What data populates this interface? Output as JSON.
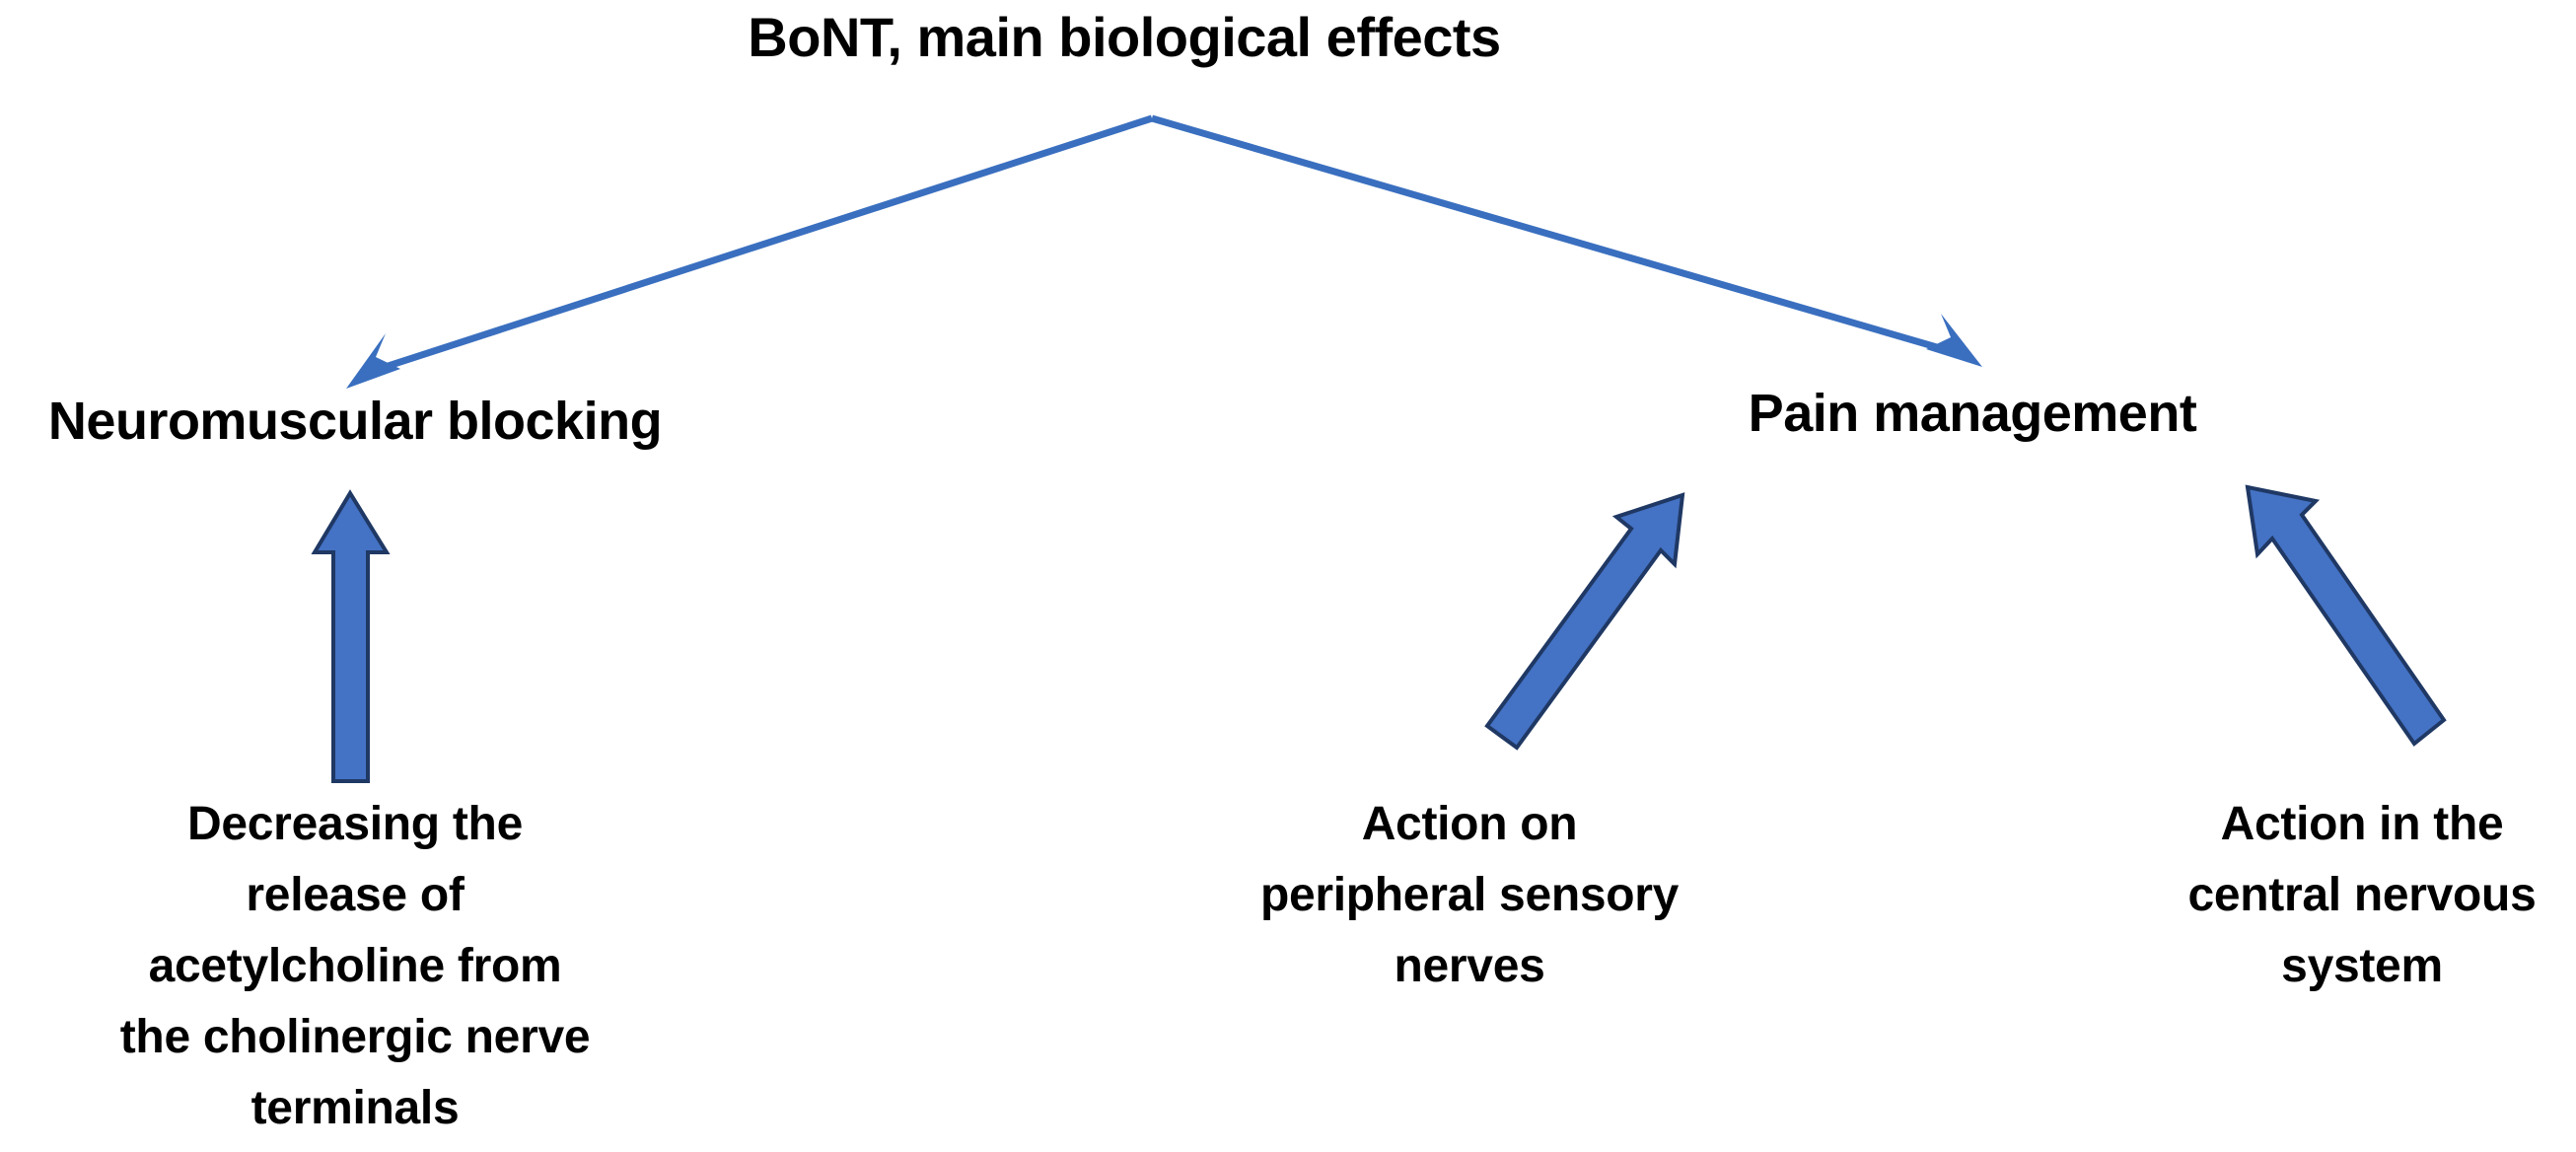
{
  "diagram": {
    "type": "hierarchy-tree",
    "title": "BoNT, main biological effects",
    "background_color": "#FFFFFF",
    "text_color": "#000000",
    "arrow_fill_color": "#4472C4",
    "arrow_outline_color": "#1F3864",
    "thin_arrow_color": "#3A6FBF"
  },
  "nodes": {
    "root": {
      "label": "BoNT, main biological effects"
    },
    "branch_left": {
      "label": "Neuromuscular blocking"
    },
    "branch_right": {
      "label": "Pain management"
    },
    "leaf_acetylcholine": {
      "lines": [
        "Decreasing the",
        "release of",
        "acetylcholine from",
        "the cholinergic nerve",
        "terminals"
      ]
    },
    "leaf_peripheral": {
      "lines": [
        "Action on",
        "peripheral sensory",
        "nerves"
      ]
    },
    "leaf_cns": {
      "lines": [
        "Action in the",
        "central nervous",
        "system"
      ]
    }
  },
  "connectors": [
    {
      "name": "root-to-neuromuscular-blocking",
      "style": "thin-line-arrow",
      "from": "root",
      "to": "branch_left",
      "direction": "down-left",
      "color": "#3A6FBF"
    },
    {
      "name": "root-to-pain-management",
      "style": "thin-line-arrow",
      "from": "root",
      "to": "branch_right",
      "direction": "down-right",
      "color": "#3A6FBF"
    },
    {
      "name": "acetylcholine-to-neuromuscular-blocking",
      "style": "thick-block-arrow",
      "from": "leaf_acetylcholine",
      "to": "branch_left",
      "direction": "up",
      "color": "#4472C4"
    },
    {
      "name": "peripheral-to-pain-management",
      "style": "thick-block-arrow",
      "from": "leaf_peripheral",
      "to": "branch_right",
      "direction": "up-right",
      "color": "#4472C4"
    },
    {
      "name": "cns-to-pain-management",
      "style": "thick-block-arrow",
      "from": "leaf_cns",
      "to": "branch_right",
      "direction": "up-left",
      "color": "#4472C4"
    }
  ]
}
